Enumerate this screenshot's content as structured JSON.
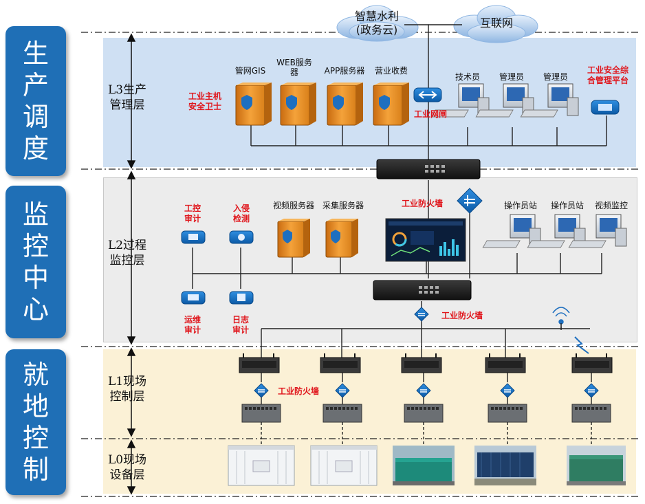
{
  "side_blocks": [
    {
      "text": "生产调度"
    },
    {
      "text": "监控中心"
    },
    {
      "text": "就地控制"
    }
  ],
  "layers": {
    "l3": "L3生产\n管理层",
    "l2": "L2过程\n监控层",
    "l1": "L1现场\n控制层",
    "l0": "L0现场\n设备层"
  },
  "clouds": {
    "smart_water": "智慧水利\n(政务云)",
    "internet": "互联网"
  },
  "l3": {
    "servers": [
      "管网GIS",
      "WEB服务\n器",
      "APP服务器",
      "营业收费"
    ],
    "host_guard": "工业主机\n安全卫士",
    "gateway": "工业网闸",
    "workstations": [
      "技术员",
      "管理员",
      "管理员"
    ],
    "security_platform": "工业安全综\n合管理平台"
  },
  "l2": {
    "audit": "工控\n审计",
    "intrusion": "入侵\n检测",
    "video_server": "视频服务器",
    "collect_server": "采集服务器",
    "firewall_top": "工业防火墙",
    "stations": [
      "操作员站",
      "操作员站",
      "视频监控"
    ],
    "ops_audit": "运维\n审计",
    "log_audit": "日志\n审计",
    "firewall_bottom": "工业防火墙"
  },
  "l1": {
    "firewall": "工业防火墙"
  },
  "colors": {
    "blue_block": "#1f6fb6",
    "l3_zone": "#cfe0f3",
    "l2_zone": "#ececec",
    "l1_zone": "#fbf1d6",
    "label_red": "#e0161c"
  }
}
